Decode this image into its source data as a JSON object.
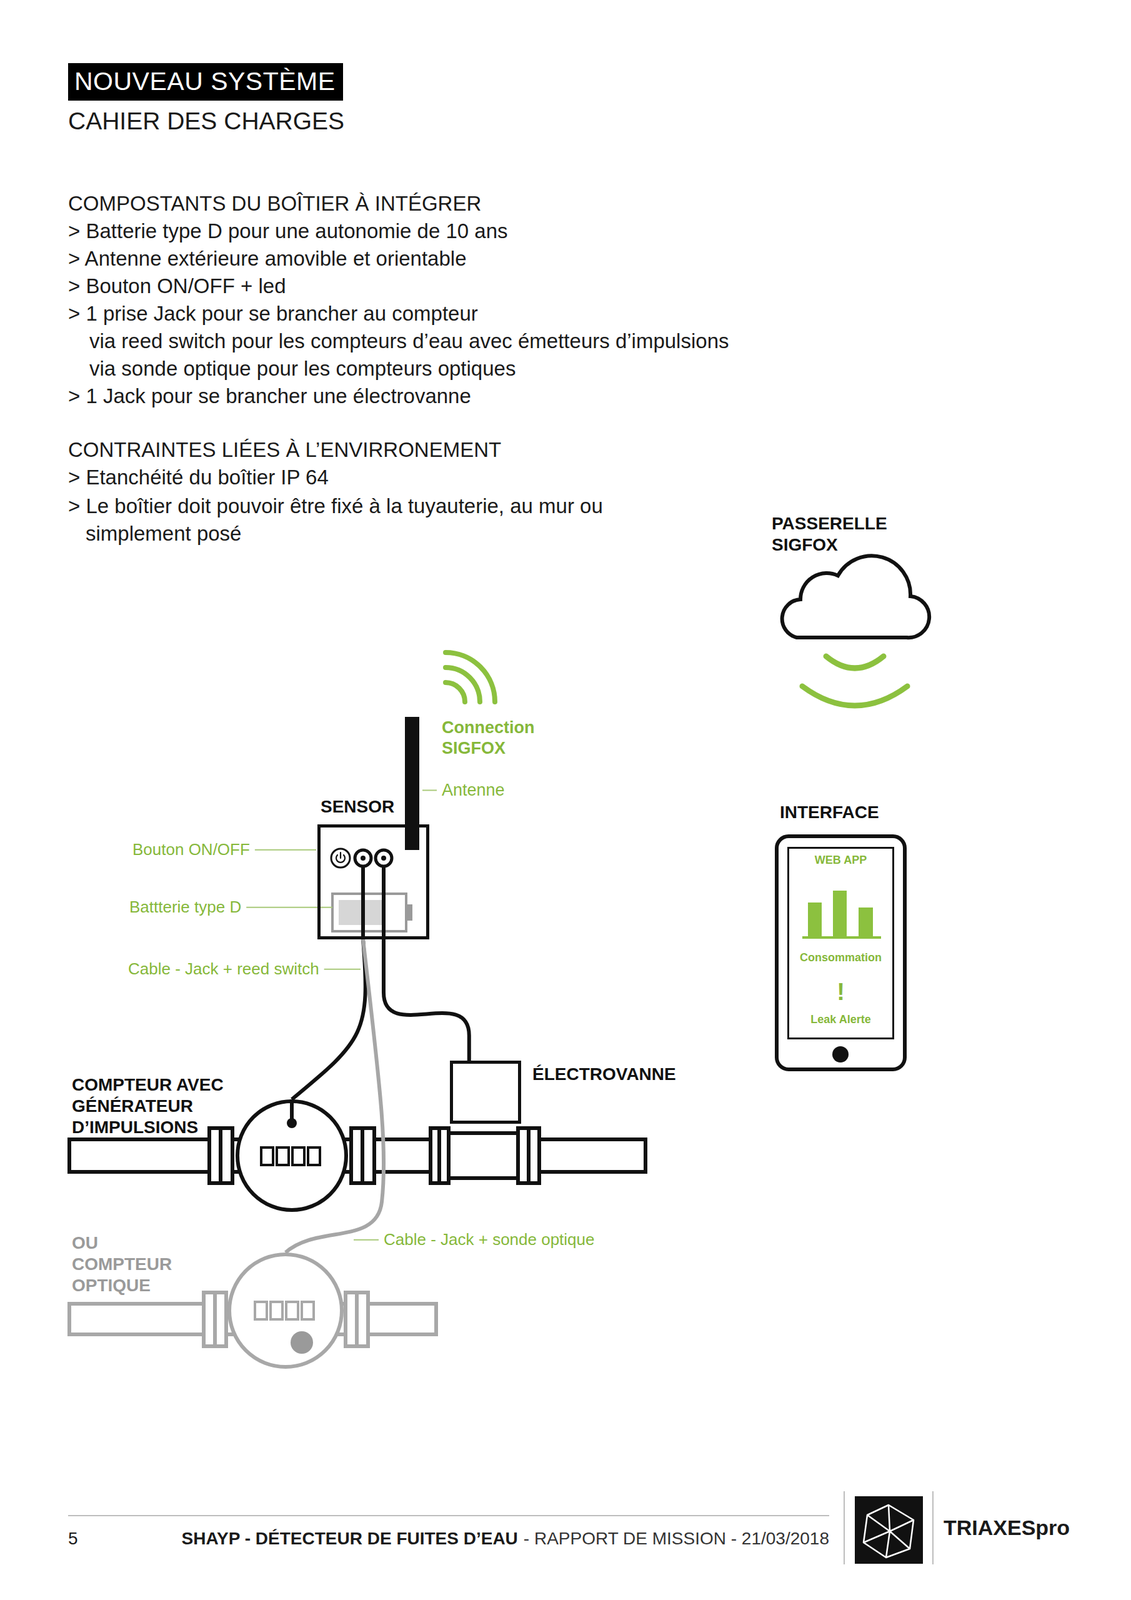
{
  "diagram": {
    "title": "NOUVEAU SYSTÈME",
    "nodes": [
      {
        "text": [
          "SENSOR"
        ]
      },
      {
        "text": [
          "ÉLECTROVANNE"
        ]
      },
      {
        "text": [
          "COMPTEUR AVEC GÉNÉRATEUR D’IMPULSIONS"
        ]
      },
      {
        "text": [
          "OU COMPTEUR OPTIQUE"
        ]
      },
      {
        "text": [
          "PASSERELLE SIGFOX"
        ]
      },
      {
        "text": [
          "INTERFACE"
        ]
      },
      {
        "text": [
          "WEB APP",
          "Consommation",
          "!",
          "Leak Alerte"
        ],
        "in": 5
      }
    ],
    "edges": [
      {
        "from": 0,
        "to": 2,
        "arrow": "none"
      },
      {
        "from": 0,
        "to": 1,
        "arrow": "none"
      },
      {
        "from": 0,
        "to": 3,
        "arrow": "none"
      }
    ],
    "labels": [
      "CAHIER DES CHARGES",
      "COMPOSTANTS DU BOÎTIER À INTÉGRER",
      "> Batterie type D pour une autonomie de 10 ans",
      "> Antenne extérieure amovible et orientable",
      "> Bouton ON/OFF + led",
      "> 1 prise Jack pour se brancher au compteur",
      "via reed switch pour les compteurs d’eau avec émetteurs d’impulsions",
      "via sonde optique pour les compteurs optiques",
      "> 1 Jack pour se brancher une électrovanne",
      "CONTRAINTES LIÉES À L’ENVIRRONEMENT",
      "> Etanchéité du boîtier IP 64",
      "> Le boîtier doit pouvoir être fixé à la tuyauterie, au mur ou simplement posé",
      "Connection SIGFOX",
      "Antenne",
      "Bouton ON/OFF",
      "Battterie type D",
      "Cable - Jack + reed switch",
      "Cable - Jack + sonde optique",
      "5",
      "SHAYP - DÉTECTEUR DE FUITES D’EAU",
      "- RAPPORT DE MISSION - 21/03/2018",
      "TRIAXESpro"
    ]
  }
}
